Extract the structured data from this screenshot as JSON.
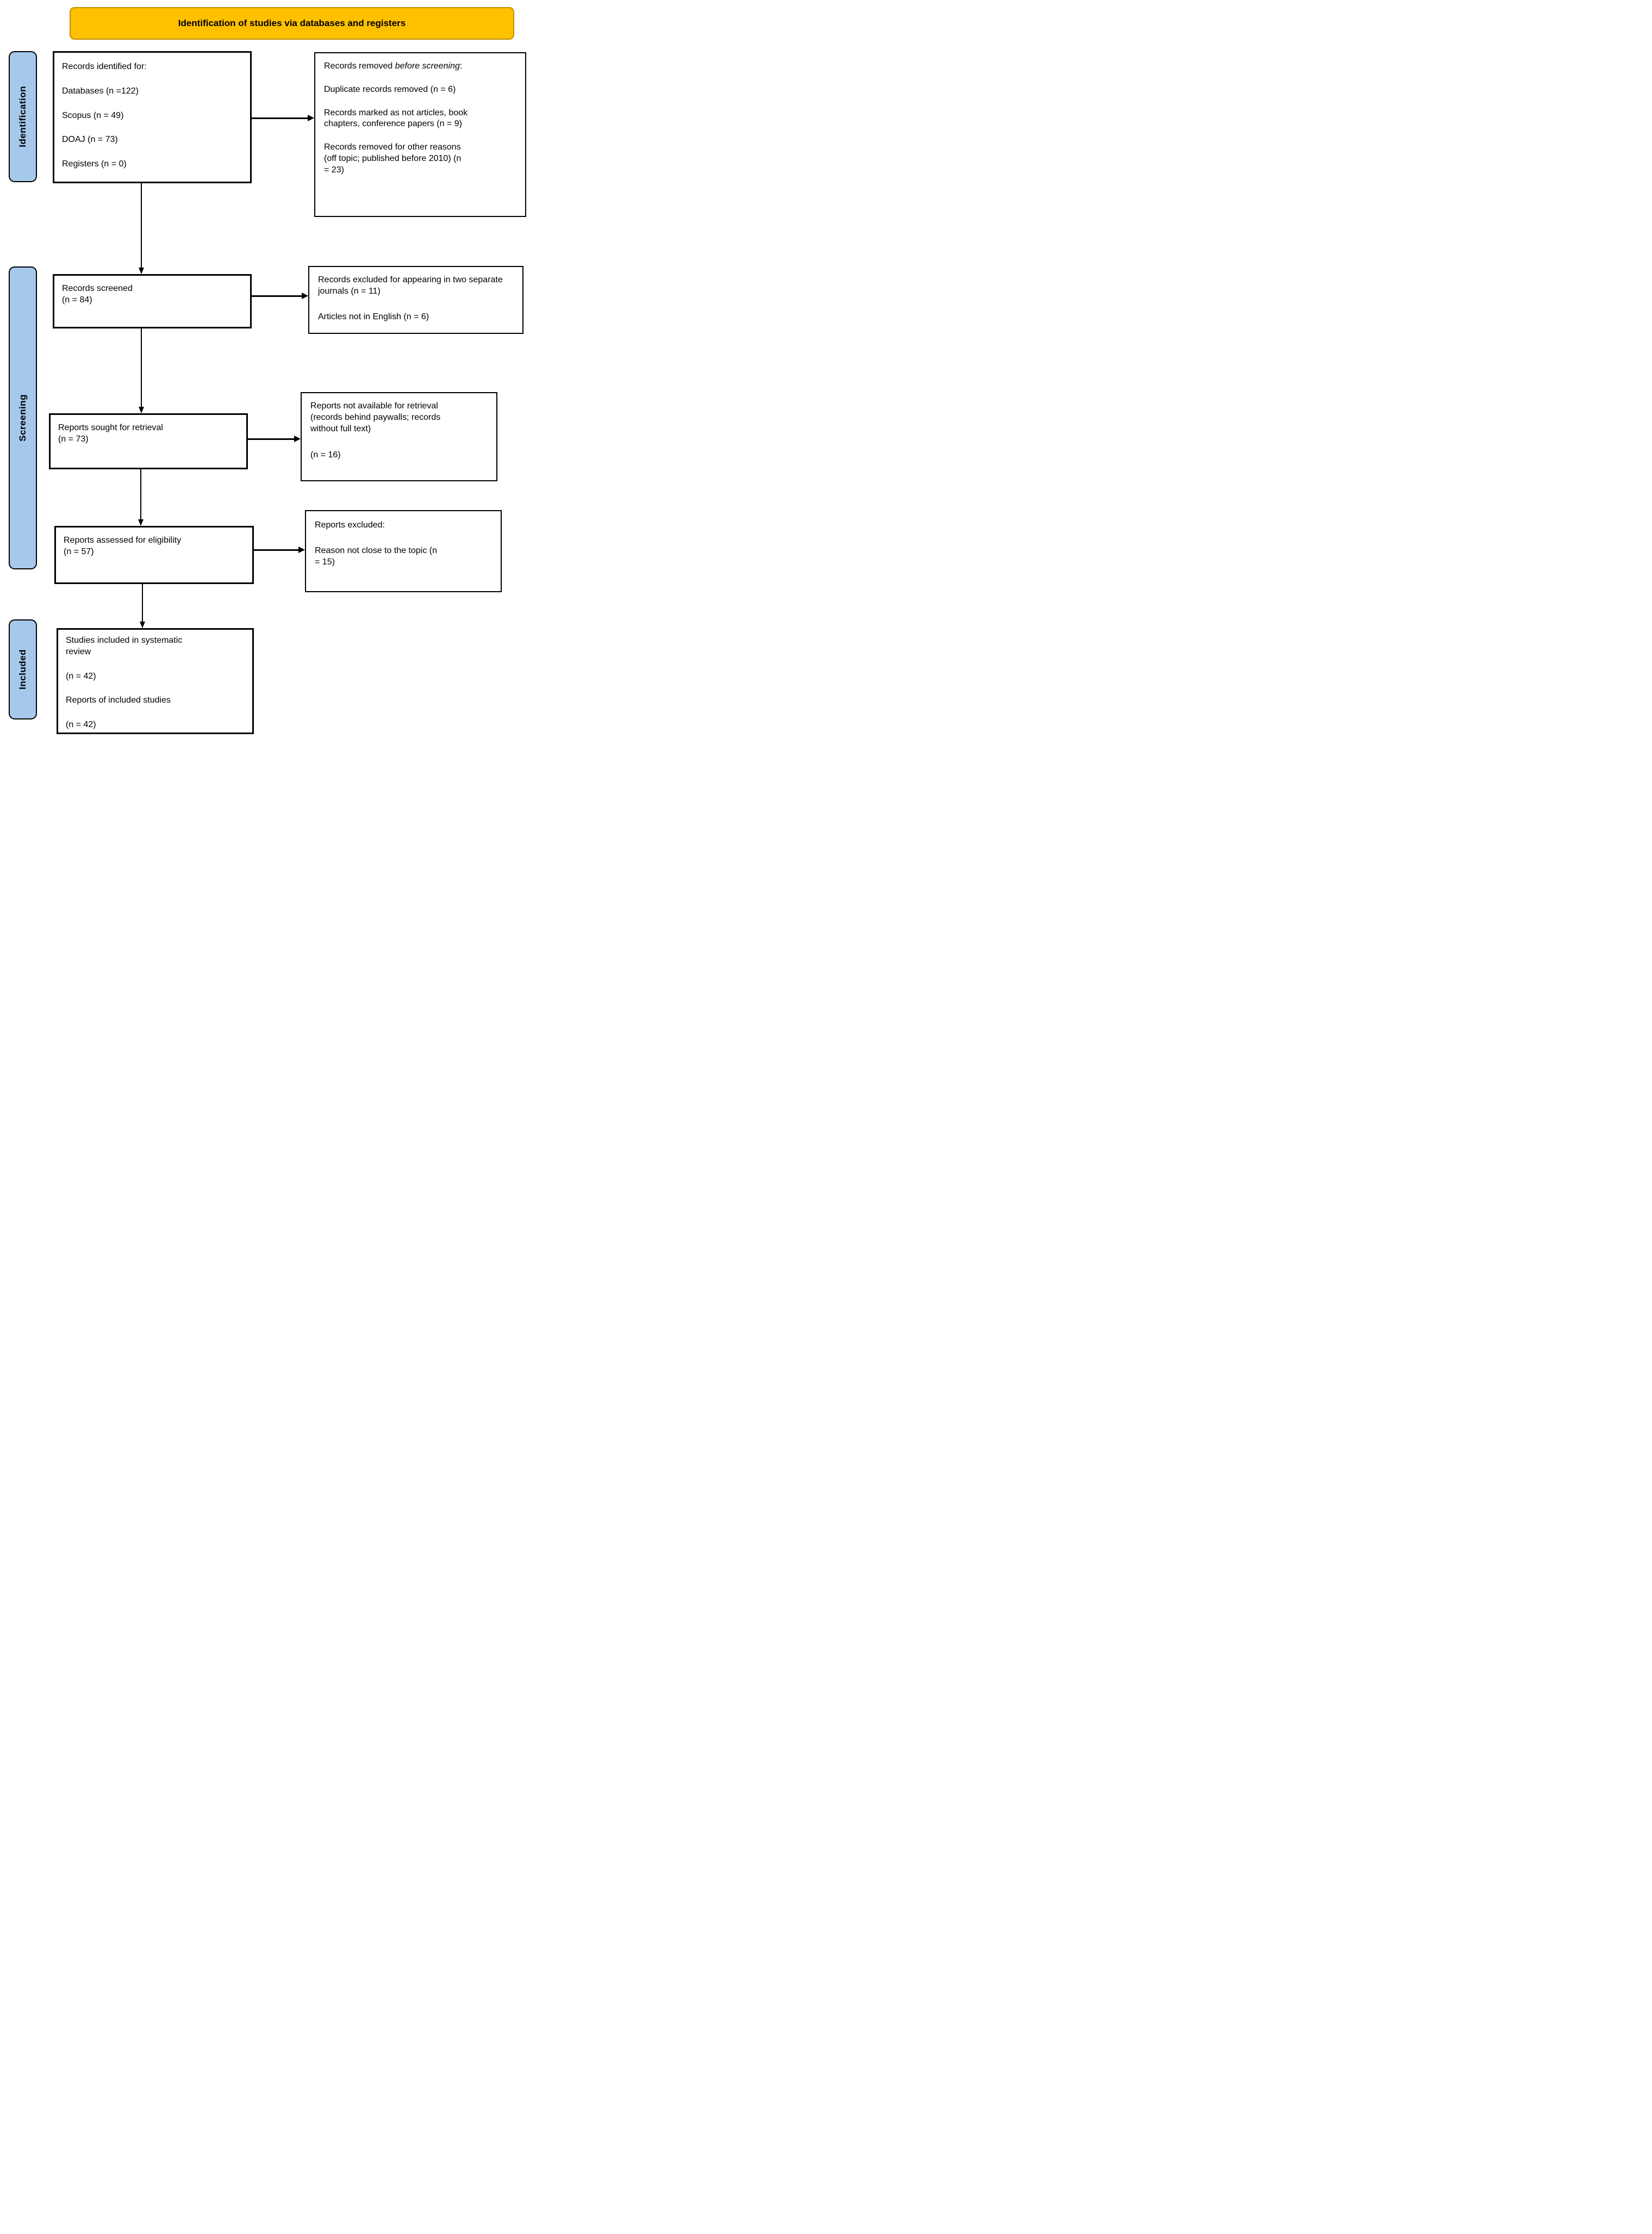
{
  "colors": {
    "header_bg": "#FFC000",
    "header_border": "#BF9000",
    "stage_bg": "#A6C9EB",
    "stage_border": "#000000",
    "box_bg": "#FFFFFF",
    "box_border": "#000000",
    "arrow": "#000000"
  },
  "header": {
    "title": "Identification of studies via databases and registers"
  },
  "stages": [
    {
      "label": "Identification"
    },
    {
      "label": "Screening"
    },
    {
      "label": "Included"
    }
  ],
  "boxes": {
    "records_identified": {
      "title": "Records identified for:",
      "items": [
        "Databases (n =122)",
        "Scopus (n = 49)",
        "DOAJ (n = 73)",
        "Registers (n = 0)"
      ]
    },
    "records_removed": {
      "title_prefix": "Records removed ",
      "title_italic": "before screening",
      "title_suffix": ":",
      "items": [
        "Duplicate records removed (n = 6)",
        "Records marked as not articles, book chapters, conference papers (n = 9)",
        "Records removed for other reasons (off topic; published before 2010) (n = 23)"
      ]
    },
    "records_screened": {
      "line1": "Records screened",
      "line2": "(n = 84)"
    },
    "records_excluded": {
      "items": [
        "Records excluded for appearing in two separate journals (n = 11)",
        "Articles not in English (n = 6)"
      ]
    },
    "reports_sought": {
      "line1": "Reports sought for retrieval",
      "line2": "(n = 73)"
    },
    "reports_not_available": {
      "line1": "Reports not available for retrieval (records behind paywalls; records without full text)",
      "line2": "(n = 16)"
    },
    "reports_assessed": {
      "line1": "Reports assessed for eligibility",
      "line2": "(n = 57)"
    },
    "reports_excluded": {
      "title": "Reports excluded:",
      "items": [
        "Reason not close to the topic (n = 15)"
      ]
    },
    "studies_included": {
      "line1": "Studies included in systematic review",
      "line2": "(n = 42)",
      "line3": "Reports of included studies",
      "line4": "(n = 42)"
    }
  }
}
